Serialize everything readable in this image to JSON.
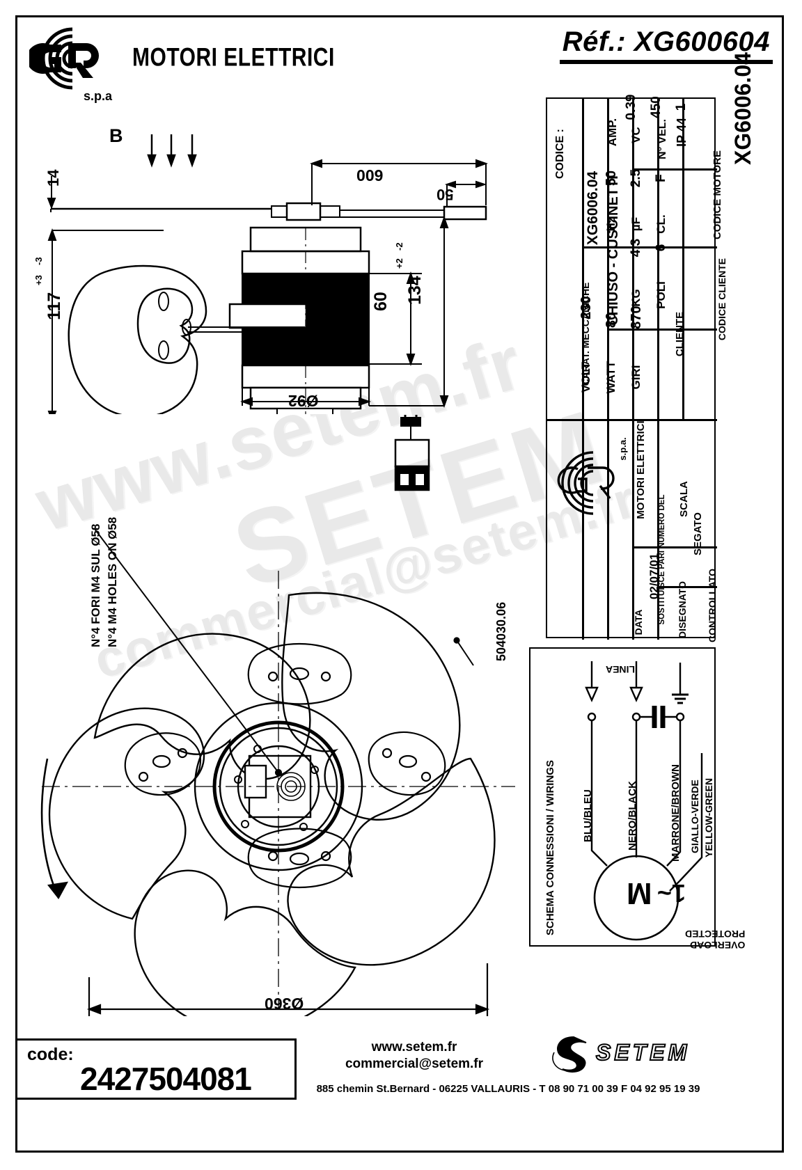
{
  "header": {
    "brand_name": "MOTORI ELETTRICI",
    "brand_suffix": "s.p.a",
    "reference": "Réf.: XG600604"
  },
  "side_view": {
    "section_letter": "B",
    "dim_14": "14",
    "dim_600": "600",
    "dim_50": "50",
    "dim_117": "117",
    "dim_117_tol_plus": "+3",
    "dim_117_tol_minus": "-3",
    "dim_134": "134",
    "dim_134_tol_plus": "+2",
    "dim_134_tol_minus": "-2",
    "dim_60": "60",
    "dim_d92": "Ø92"
  },
  "fan_view": {
    "note_it": "N°4 FORI M4 SUL Ø58",
    "note_en": "N°4 M4 HOLES ON Ø58",
    "drawing_no": "504030.06",
    "dim_d360": "Ø360"
  },
  "spec_table": {
    "codice_label": "CODICE :",
    "codice_value": "XG6006.04",
    "carat_label": "CARAT. MECCANICHE",
    "carat_value": "CHIUSO - CUSCINETTI",
    "rows": [
      {
        "label": "VOLT",
        "value": "230",
        "label2": "Hz",
        "value2": "50",
        "label3": "AMP.",
        "value3": "0.39",
        "ip": "IP 44"
      },
      {
        "label": "WATT",
        "value": "80",
        "label2": "KG",
        "value2": "4.3",
        "label3": "µF",
        "value3": "2.5",
        "label4": "VC",
        "value4": "450"
      },
      {
        "label": "GIRI",
        "value": "870",
        "label2": "POLI",
        "value2": "6",
        "label3": "CL.",
        "value3": "F",
        "label4": "N° VEL.",
        "value4": "1"
      }
    ],
    "cliente_label": "CLIENTE",
    "codice_cliente_label": "CODICE CLIENTE",
    "codice_motore_label": "CODICE MOTORE",
    "codice_motore_value": "XG6006.04",
    "logo_text": "MOTORI ELETTRICI",
    "logo_spa": "s.p.a.",
    "sostituisce_label": "SOSTITUISCE PARI NUMERO DEL",
    "scala_label": "SCALA",
    "segato_label": "SEGATO",
    "data_label": "DATA",
    "data_value": "02/07/01",
    "disegnato_label": "DISEGNATO",
    "controllato_label": "CONTROLLATO"
  },
  "wiring": {
    "title": "SCHEMA CONNESSIONI / WIRINGS",
    "linea": "LINEA",
    "motor_symbol": "M",
    "motor_symbol2": "1~",
    "overload": "OVERLOAD PROTECTED",
    "wires": [
      "BLU/BLEU",
      "NERO/BLACK",
      "MARRONE/BROWN",
      "GIALLO-VERDE",
      "YELLOW-GREEN"
    ]
  },
  "footer": {
    "code_label": "code:",
    "code_value": "2427504081",
    "website": "www.setem.fr",
    "email": "commercial@setem.fr",
    "address": "885 chemin St.Bernard  -   06225 VALLAURIS  -   T 08 90 71 00 39   F 04 92 95 19 39",
    "logo_name": "SETEM"
  },
  "colors": {
    "line": "#000000",
    "paper": "#ffffff",
    "watermark": "#e9e9e9"
  }
}
